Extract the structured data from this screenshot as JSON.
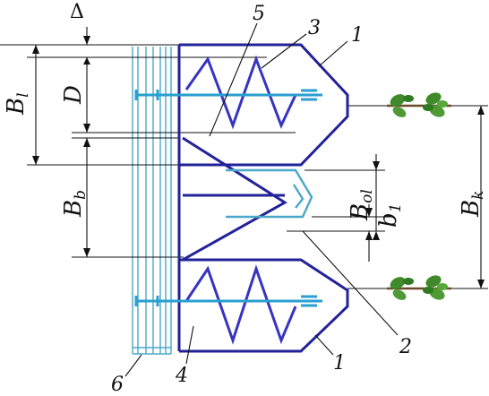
{
  "labels": {
    "delta": "Δ",
    "b_l": "B",
    "b_l_sub": "l",
    "d": "D",
    "b_b": "B",
    "b_b_sub": "b",
    "b_ol": "B",
    "b_ol_sub": "ol",
    "b1": "b",
    "b1_sub": "1",
    "b_k": "B",
    "b_k_sub": "k"
  },
  "callouts": {
    "n1_top": "1",
    "n1_bottom": "1",
    "n2": "2",
    "n3": "3",
    "n4": "4",
    "n5": "5",
    "n6": "6"
  },
  "colors": {
    "body": "#22229a",
    "coil": "#3535c0",
    "shaft": "#2a9fd0",
    "frame": "#4aa8c8",
    "plant_leaf": "#3f8a2a",
    "plant_stem": "#6a4a2a"
  },
  "icons": {
    "plant_top": "plant-icon",
    "plant_bottom": "plant-icon"
  }
}
